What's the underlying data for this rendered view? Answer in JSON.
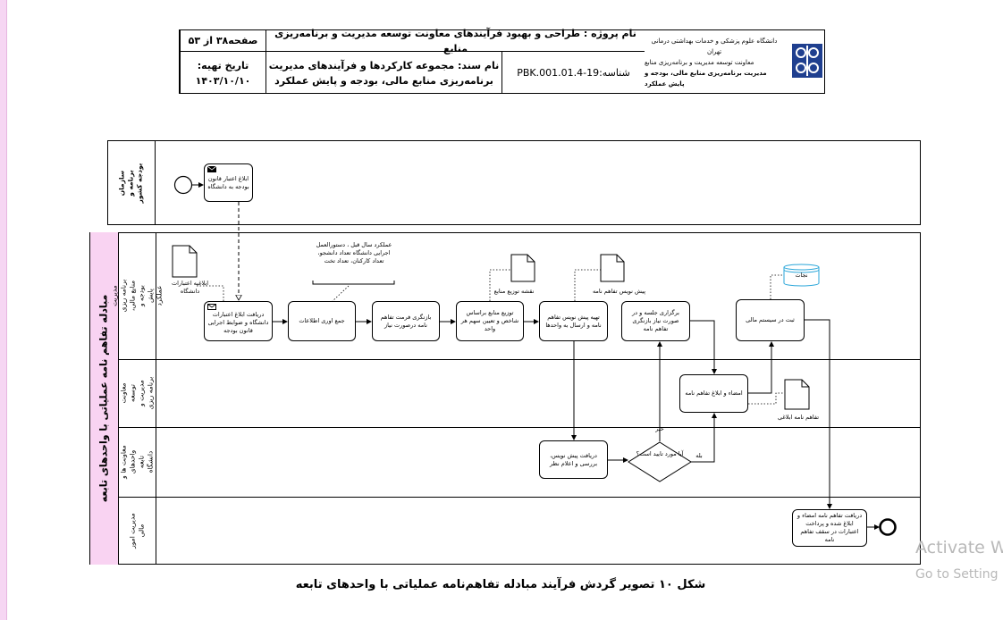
{
  "header": {
    "page_label": "صفحه۳۸ از ۵۳",
    "date_label": "تاریخ تهیه:",
    "date_value": "۱۴۰۳/۱۰/۱۰",
    "project_title": "نام پروژه : طراحی و بهبود فرآیندهای معاونت توسعه مدیریت و برنامه‌ریزی منابع",
    "document_name_line1": "نام سند: مجموعه کارکردها و فرآیندهای مدیریت",
    "document_name_line2": "برنامه‌ریزی منابع مالی، بودجه و پایش عملکرد",
    "doc_code": "شناسه:19-4.PBK.001.01",
    "org_line1": "دانشگاه علوم پزشکی و خدمات بهداشتی درمانی تهران",
    "org_line2": "معاونت توسعه مدیریت و برنامه‌ریزی منابع",
    "org_line3": "مدیریت برنامه‌ریزی منابع مالی، بودجه و",
    "org_line4": "پایش عملکرد"
  },
  "diagram": {
    "pool1_lane": "سازمان برنامه و بودجه کشور",
    "pool2_title": "مبادله تفاهم نامه عملیاتی با واحدهای تابعه",
    "lanes": [
      "مدیریت برنامه ریزی منابع مالی، بودجه و پایش عملکرد",
      "معاونت توسعه مدیریت و برنامه ریزی",
      "معاونت ها و واحدهای تابعه دانشگاه",
      "مدیریت امور مالی"
    ],
    "tasks": {
      "t1": "ابلاغ اعتبار قانون بودجه به دانشگاه",
      "t2": "دریافت ابلاغ اعتبارات دانشگاه و ضوابط اجرایی قانون بودجه",
      "t3": "جمع اوری اطلاعات",
      "t4": "بازنگری فرمت تفاهم نامه درصورت نیاز",
      "t5": "توزیع منابع براساس شاخص و تعیین سهم هر واحد",
      "t6": "تهیه پیش نویس تفاهم نامه و ارسال به واحدها",
      "t7": "برگزاری جلسه و در صورت نیاز بازنگری تفاهم نامه",
      "t8": "ثبت در سیستم مالی",
      "t9": "امضاء و ابلاغ تفاهم نامه",
      "t10": "دریافت پیش نویس، بررسی و اعلام نظر",
      "t11": "دریافت تفاهم نامه امضاء و ابلاغ شده و پرداخت اعتبارات در سقف تفاهم نامه"
    },
    "gateway": "آیا مورد تایید است؟",
    "gateway_no": "خیر",
    "gateway_yes": "بله",
    "documents": {
      "d1": "ابلاغیه اعتبارات دانشگاه",
      "d2": "نقشه توزیع منابع",
      "d3": "پیش نویس تفاهم نامه",
      "d4": "تفاهم نامه ابلاغی"
    },
    "datastore": "نجات",
    "annotation": "عملکرد سال قبل ، دستورالعمل اجرایی دانشگاه تعداد دانشجو، تعداد کارکنان، تعداد تخت"
  },
  "caption": "شکل ۱۰ تصویر گردش فرآیند مبادله تفاهم‌نامه عملیاتی با واحدهای تابعه",
  "watermark": {
    "line1": "Activate W",
    "line2": "Go to Setting"
  }
}
